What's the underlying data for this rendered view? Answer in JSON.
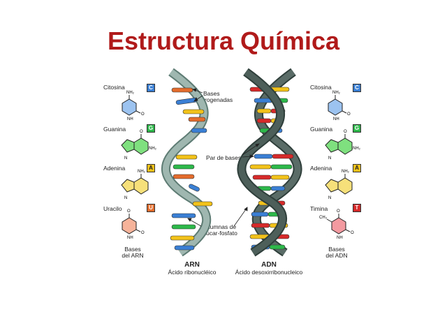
{
  "title": "Estructura Química",
  "left_bases": [
    {
      "name": "Citosina",
      "letter": "C",
      "color": "#3a7fd4"
    },
    {
      "name": "Guanina",
      "letter": "G",
      "color": "#2db84a"
    },
    {
      "name": "Adenina",
      "letter": "A",
      "color": "#f2c21a"
    },
    {
      "name": "Uracilo",
      "letter": "U",
      "color": "#e36c2c"
    }
  ],
  "right_bases": [
    {
      "name": "Citosina",
      "letter": "C",
      "color": "#3a7fd4"
    },
    {
      "name": "Guanina",
      "letter": "G",
      "color": "#2db84a"
    },
    {
      "name": "Adenina",
      "letter": "A",
      "color": "#f2c21a"
    },
    {
      "name": "Timina",
      "letter": "T",
      "color": "#d62a2a"
    }
  ],
  "left_caption": [
    "Bases",
    "del ARN"
  ],
  "right_caption": [
    "Bases",
    "del ADN"
  ],
  "callouts": {
    "bases_nitrogenadas": [
      "Bases",
      "nitrogenadas"
    ],
    "par_de_bases": "Par de bases",
    "columnas": [
      "Columnas de",
      "azúcar-fosfato"
    ]
  },
  "rna": {
    "label": "ARN",
    "sublabel": "Ácido ribonucléico"
  },
  "dna": {
    "label": "ADN",
    "sublabel": "Ácido desoxirribonucleico"
  },
  "molecule_atoms": {
    "amine": "NH",
    "amine2": "NH₂",
    "oxygen": "O",
    "nitrogen": "N",
    "methyl": "CH₃"
  }
}
